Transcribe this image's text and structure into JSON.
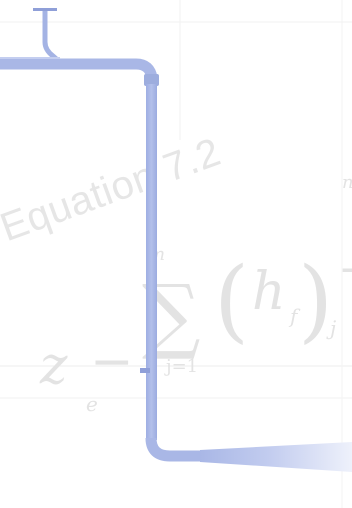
{
  "watermark": {
    "caption": "Equation 7.2",
    "formula": {
      "z": "z",
      "e": "e",
      "minus": "−",
      "sigma": "∑",
      "upper": "m",
      "lower": "j=1",
      "lparen": "(",
      "h": "h",
      "f": "f",
      "rparen": ")",
      "j": "j",
      "plus": "+",
      "n": "n"
    }
  },
  "colors": {
    "pipe": "#a9b7e6",
    "pipe_dark": "#8f9fd8",
    "pipe_fade": "#dfe5f8",
    "watermark": "#e3e3e3",
    "gridline": "#ececec"
  }
}
